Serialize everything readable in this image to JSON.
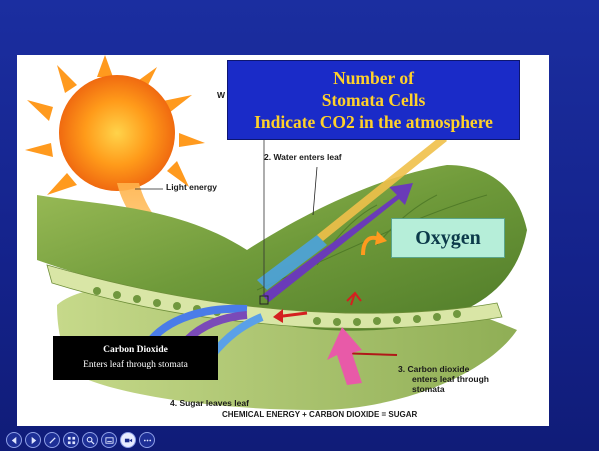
{
  "slide": {
    "title_line1": "Number of",
    "title_line2": "Stomata Cells",
    "title_line3": "Indicate CO2 in the atmosphere",
    "oxygen_label": "Oxygen",
    "co2_box_line1": "Carbon Dioxide",
    "co2_box_line2": "Enters leaf through stomata",
    "label_light_energy": "Light energy",
    "label_water": "2.  Water enters leaf",
    "label_w_partial": "W",
    "label_co2_line1": "3.  Carbon dioxide",
    "label_co2_line2": "enters leaf through",
    "label_co2_line3": "stomata",
    "label_sugar": "4.  Sugar leaves leaf",
    "equation": "CHEMICAL ENERGY + CARBON DIOXIDE = SUGAR"
  },
  "toolbar": {
    "buttons": [
      {
        "icon": "previous-icon"
      },
      {
        "icon": "next-icon"
      },
      {
        "icon": "pen-icon"
      },
      {
        "icon": "slides-grid-icon"
      },
      {
        "icon": "zoom-icon"
      },
      {
        "icon": "subtitles-icon"
      },
      {
        "icon": "video-icon"
      },
      {
        "icon": "more-options-icon"
      }
    ]
  },
  "colors": {
    "frame_blue": "#1b2ea0",
    "title_bg": "#1a2bc8",
    "title_text": "#ffd12a",
    "oxygen_bg": "#b6eed9",
    "sun": "#ff8c1a",
    "leaf": "#6f9a3a"
  }
}
